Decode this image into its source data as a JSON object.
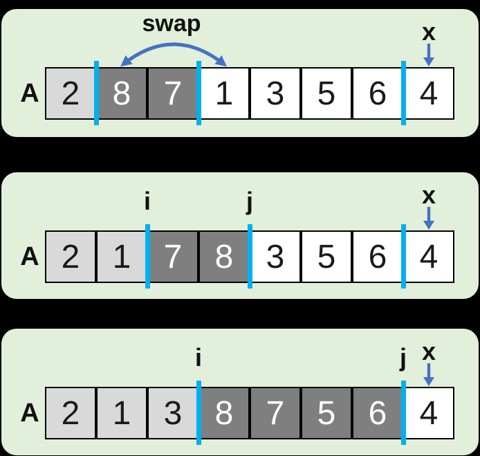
{
  "diagram_title": "quicksort-partition-steps",
  "array_label": "A",
  "colors": {
    "page_background": "#000000",
    "panel_background": "#e2efda",
    "cell_light": "#d9d9d9",
    "cell_dark": "#7f7f7f",
    "cell_white": "#ffffff",
    "cell_border": "#000000",
    "partition_bar": "#00b0f0",
    "pointer_arrow": "#4472c4",
    "text_dark": "#1a1a1a",
    "text_on_dark": "#ffffff"
  },
  "panels": [
    {
      "name": "step-1",
      "swap_label": "swap",
      "pointer_label": "x",
      "cells": [
        {
          "value": "2",
          "variant": "light"
        },
        {
          "value": "8",
          "variant": "dark"
        },
        {
          "value": "7",
          "variant": "dark"
        },
        {
          "value": "1",
          "variant": "white"
        },
        {
          "value": "3",
          "variant": "white"
        },
        {
          "value": "5",
          "variant": "white"
        },
        {
          "value": "6",
          "variant": "white"
        },
        {
          "value": "4",
          "variant": "white"
        }
      ],
      "bars": [
        {
          "after": 1,
          "label": ""
        },
        {
          "after": 3,
          "label": ""
        },
        {
          "after": 7,
          "label": ""
        }
      ]
    },
    {
      "name": "step-2",
      "swap_label": "",
      "pointer_label": "x",
      "cells": [
        {
          "value": "2",
          "variant": "light"
        },
        {
          "value": "1",
          "variant": "light"
        },
        {
          "value": "7",
          "variant": "dark"
        },
        {
          "value": "8",
          "variant": "dark"
        },
        {
          "value": "3",
          "variant": "white"
        },
        {
          "value": "5",
          "variant": "white"
        },
        {
          "value": "6",
          "variant": "white"
        },
        {
          "value": "4",
          "variant": "white"
        }
      ],
      "bars": [
        {
          "after": 2,
          "label": "i"
        },
        {
          "after": 4,
          "label": "j"
        },
        {
          "after": 7,
          "label": ""
        }
      ]
    },
    {
      "name": "step-3",
      "swap_label": "",
      "pointer_label": "x",
      "cells": [
        {
          "value": "2",
          "variant": "light"
        },
        {
          "value": "1",
          "variant": "light"
        },
        {
          "value": "3",
          "variant": "light"
        },
        {
          "value": "8",
          "variant": "dark"
        },
        {
          "value": "7",
          "variant": "dark"
        },
        {
          "value": "5",
          "variant": "dark"
        },
        {
          "value": "6",
          "variant": "dark"
        },
        {
          "value": "4",
          "variant": "white"
        }
      ],
      "bars": [
        {
          "after": 3,
          "label": "i"
        },
        {
          "after": 7,
          "label": "j"
        }
      ]
    }
  ]
}
